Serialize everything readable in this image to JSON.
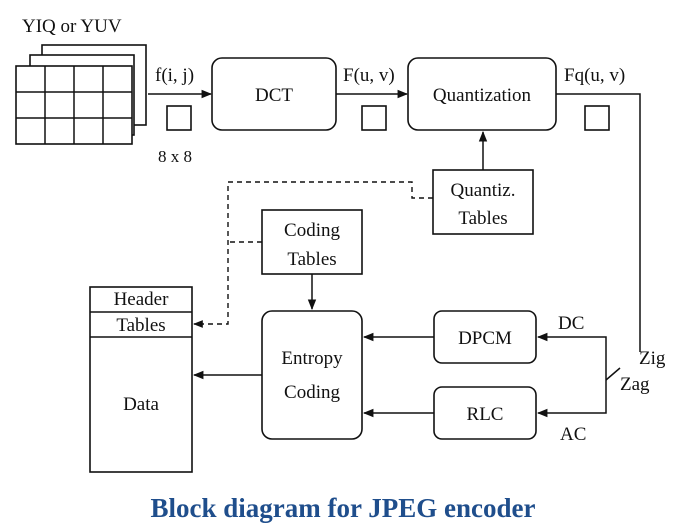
{
  "labels": {
    "input_space": "YIQ or YUV",
    "f_ij": "f(i, j)",
    "block_size": "8 x 8",
    "F_uv": "F(u, v)",
    "Fq_uv": "Fq(u, v)",
    "dc": "DC",
    "ac": "AC",
    "zig": "Zig",
    "zag": "Zag"
  },
  "boxes": {
    "dct": "DCT",
    "quantization": "Quantization",
    "quant_tables": [
      "Quantiz.",
      "Tables"
    ],
    "coding_tables": [
      "Coding",
      "Tables"
    ],
    "dpcm": "DPCM",
    "rlc": "RLC",
    "entropy": [
      "Entropy",
      "Coding"
    ]
  },
  "output": {
    "header": "Header",
    "tables": "Tables",
    "data": "Data"
  },
  "caption": "Block diagram for JPEG encoder",
  "colors": {
    "caption": "#1f4e8c",
    "stroke": "#111111"
  }
}
